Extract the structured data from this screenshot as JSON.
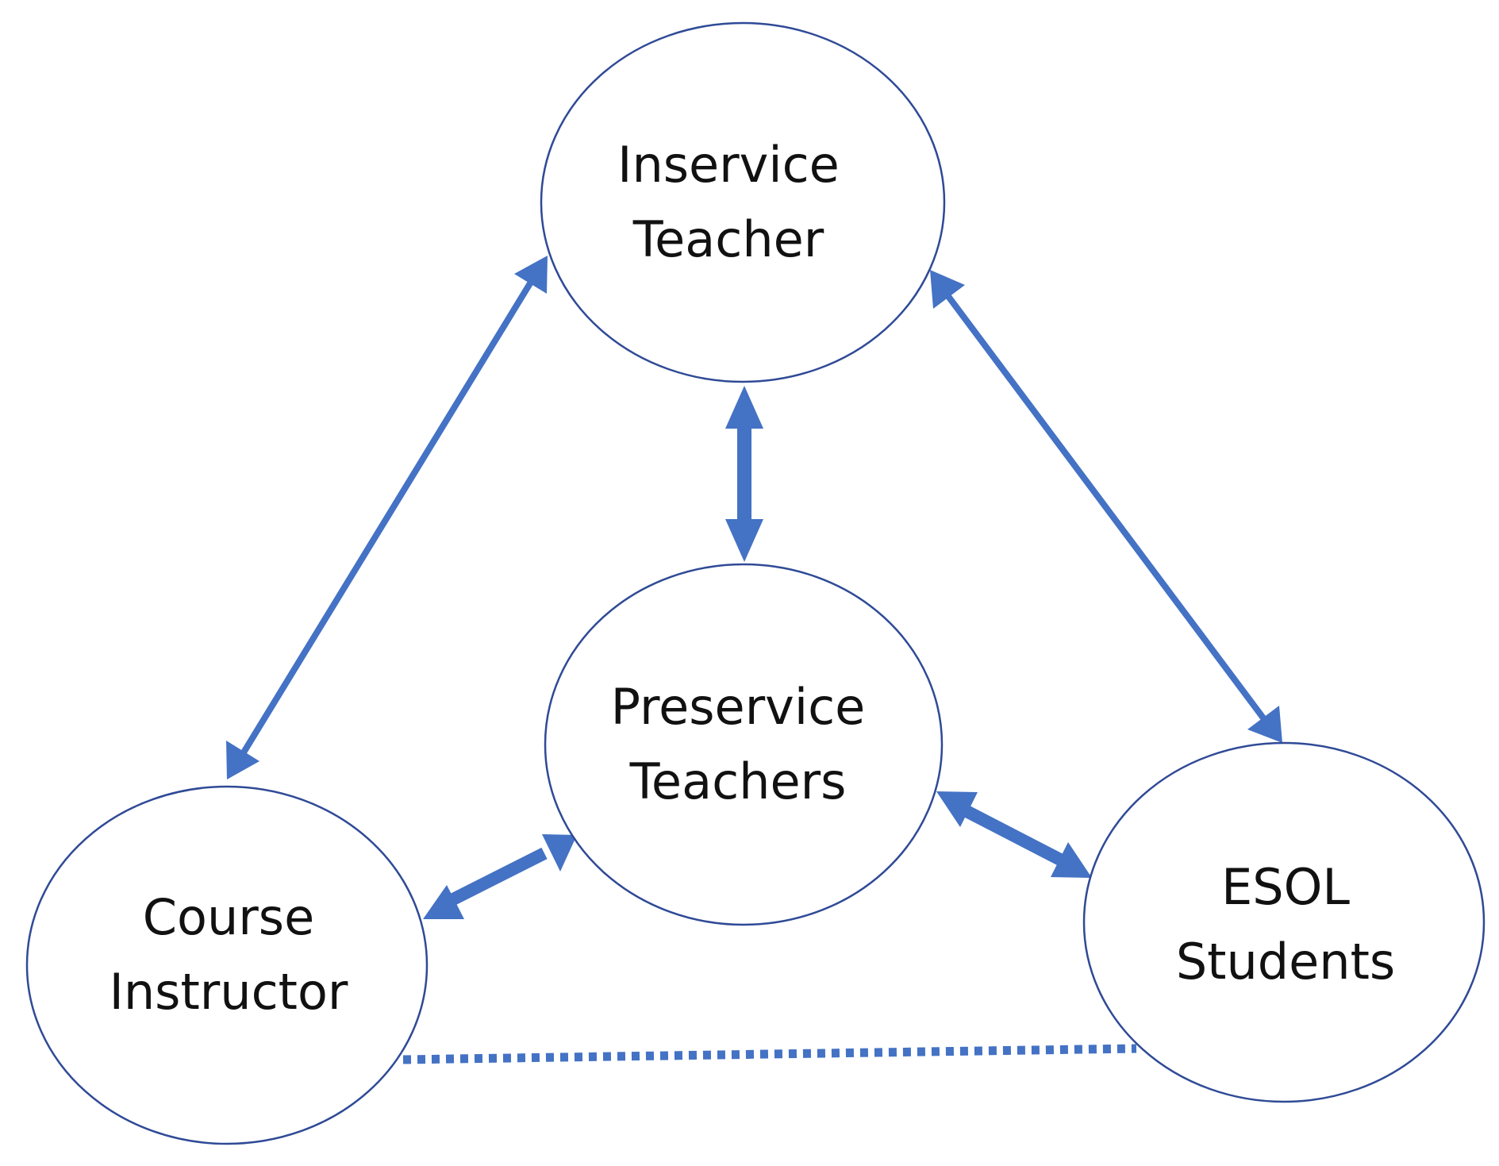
{
  "diagram": {
    "colors": {
      "arrow": "#4472c4",
      "node_outline": "#2f4a96",
      "text": "#111111",
      "background": "#ffffff"
    },
    "nodes": {
      "inservice": {
        "line1": "Inservice",
        "line2": "Teacher"
      },
      "preservice": {
        "line1": "Preservice",
        "line2": "Teachers"
      },
      "instructor": {
        "line1": "Course",
        "line2": "Instructor"
      },
      "esol": {
        "line1": "ESOL",
        "line2": "Students"
      }
    },
    "connections": [
      {
        "from": "Course Instructor",
        "to": "Inservice Teacher",
        "style": "thin double-headed arrow"
      },
      {
        "from": "Inservice Teacher",
        "to": "ESOL Students",
        "style": "thin double-headed arrow"
      },
      {
        "from": "Inservice Teacher",
        "to": "Preservice Teachers",
        "style": "thick double-headed arrow"
      },
      {
        "from": "Course Instructor",
        "to": "Preservice Teachers",
        "style": "thick double-headed arrow"
      },
      {
        "from": "Preservice Teachers",
        "to": "ESOL Students",
        "style": "thick double-headed arrow"
      },
      {
        "from": "Course Instructor",
        "to": "ESOL Students",
        "style": "dotted line"
      }
    ]
  }
}
